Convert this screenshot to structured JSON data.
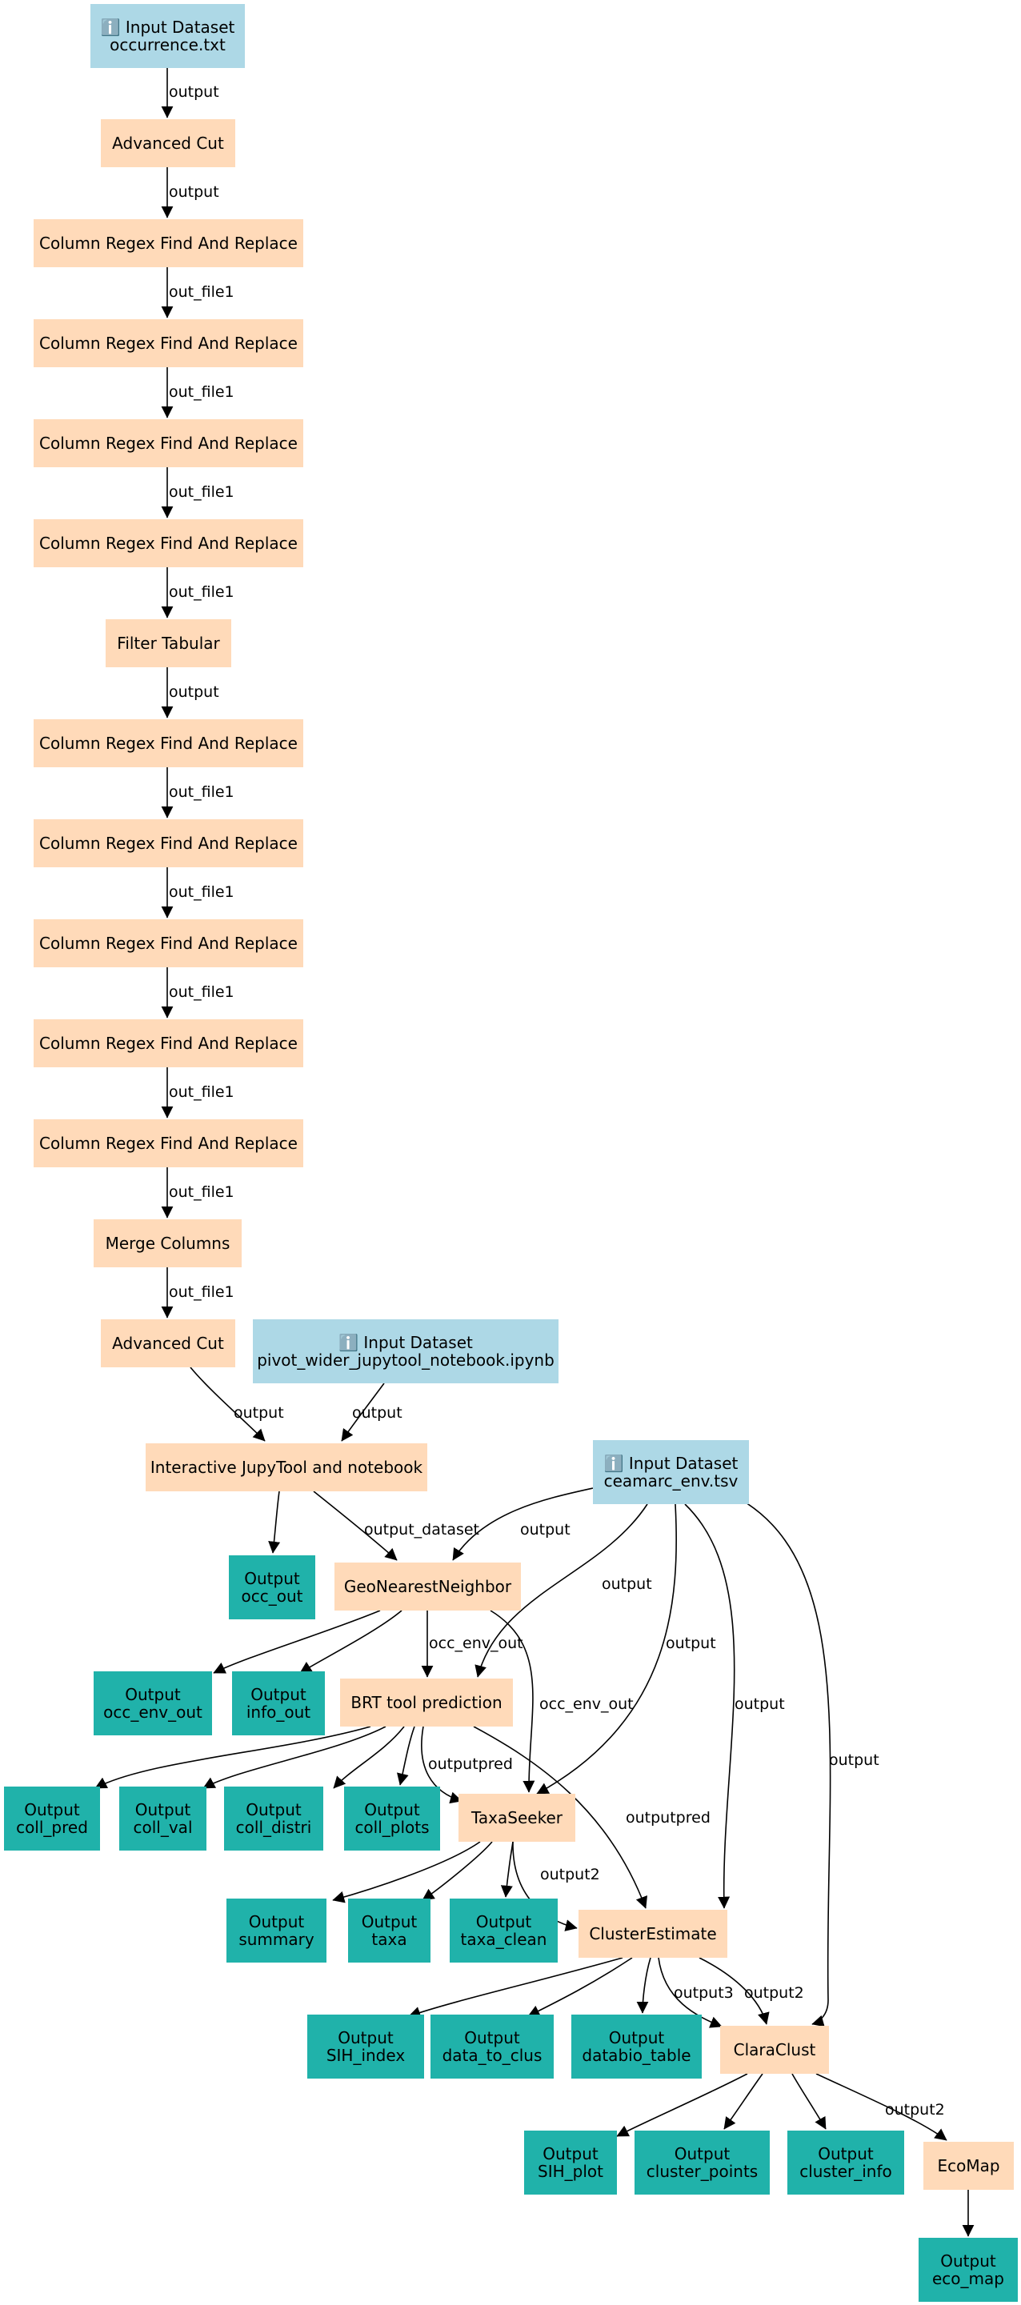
{
  "colors": {
    "input": "#add8e6",
    "tool": "#ffdab9",
    "output": "#20b2aa",
    "edge": "#000000"
  },
  "nodes": [
    {
      "id": "in1",
      "kind": "input",
      "icon": "info-icon",
      "glyph": "ℹ️",
      "lines": [
        "Input Dataset",
        "occurrence.txt"
      ]
    },
    {
      "id": "cut1",
      "kind": "tool",
      "lines": [
        "Advanced Cut"
      ]
    },
    {
      "id": "re1",
      "kind": "tool",
      "lines": [
        "Column Regex Find And Replace"
      ]
    },
    {
      "id": "re2",
      "kind": "tool",
      "lines": [
        "Column Regex Find And Replace"
      ]
    },
    {
      "id": "re3",
      "kind": "tool",
      "lines": [
        "Column Regex Find And Replace"
      ]
    },
    {
      "id": "re4",
      "kind": "tool",
      "lines": [
        "Column Regex Find And Replace"
      ]
    },
    {
      "id": "filt",
      "kind": "tool",
      "lines": [
        "Filter Tabular"
      ]
    },
    {
      "id": "re5",
      "kind": "tool",
      "lines": [
        "Column Regex Find And Replace"
      ]
    },
    {
      "id": "re6",
      "kind": "tool",
      "lines": [
        "Column Regex Find And Replace"
      ]
    },
    {
      "id": "re7",
      "kind": "tool",
      "lines": [
        "Column Regex Find And Replace"
      ]
    },
    {
      "id": "re8",
      "kind": "tool",
      "lines": [
        "Column Regex Find And Replace"
      ]
    },
    {
      "id": "re9",
      "kind": "tool",
      "lines": [
        "Column Regex Find And Replace"
      ]
    },
    {
      "id": "merge",
      "kind": "tool",
      "lines": [
        "Merge Columns"
      ]
    },
    {
      "id": "cut2",
      "kind": "tool",
      "lines": [
        "Advanced Cut"
      ]
    },
    {
      "id": "in2",
      "kind": "input",
      "icon": "info-icon",
      "glyph": "ℹ️",
      "lines": [
        "Input Dataset",
        "pivot_wider_jupytool_notebook.ipynb"
      ]
    },
    {
      "id": "jup",
      "kind": "tool",
      "lines": [
        "Interactive JupyTool and notebook"
      ]
    },
    {
      "id": "in3",
      "kind": "input",
      "icon": "info-icon",
      "glyph": "ℹ️",
      "lines": [
        "Input Dataset",
        "ceamarc_env.tsv"
      ]
    },
    {
      "id": "o_occ",
      "kind": "output",
      "lines": [
        "Output",
        "occ_out"
      ]
    },
    {
      "id": "geo",
      "kind": "tool",
      "lines": [
        "GeoNearestNeighbor"
      ]
    },
    {
      "id": "o_env",
      "kind": "output",
      "lines": [
        "Output",
        "occ_env_out"
      ]
    },
    {
      "id": "o_info",
      "kind": "output",
      "lines": [
        "Output",
        "info_out"
      ]
    },
    {
      "id": "brt",
      "kind": "tool",
      "lines": [
        "BRT tool prediction"
      ]
    },
    {
      "id": "o_pred",
      "kind": "output",
      "lines": [
        "Output",
        "coll_pred"
      ]
    },
    {
      "id": "o_val",
      "kind": "output",
      "lines": [
        "Output",
        "coll_val"
      ]
    },
    {
      "id": "o_distri",
      "kind": "output",
      "lines": [
        "Output",
        "coll_distri"
      ]
    },
    {
      "id": "o_plots",
      "kind": "output",
      "lines": [
        "Output",
        "coll_plots"
      ]
    },
    {
      "id": "taxa",
      "kind": "tool",
      "lines": [
        "TaxaSeeker"
      ]
    },
    {
      "id": "o_sum",
      "kind": "output",
      "lines": [
        "Output",
        "summary"
      ]
    },
    {
      "id": "o_taxa",
      "kind": "output",
      "lines": [
        "Output",
        "taxa"
      ]
    },
    {
      "id": "o_tclean",
      "kind": "output",
      "lines": [
        "Output",
        "taxa_clean"
      ]
    },
    {
      "id": "clus",
      "kind": "tool",
      "lines": [
        "ClusterEstimate"
      ]
    },
    {
      "id": "o_sih",
      "kind": "output",
      "lines": [
        "Output",
        "SIH_index"
      ]
    },
    {
      "id": "o_dtc",
      "kind": "output",
      "lines": [
        "Output",
        "data_to_clus"
      ]
    },
    {
      "id": "o_dbt",
      "kind": "output",
      "lines": [
        "Output",
        "databio_table"
      ]
    },
    {
      "id": "clara",
      "kind": "tool",
      "lines": [
        "ClaraClust"
      ]
    },
    {
      "id": "o_sihp",
      "kind": "output",
      "lines": [
        "Output",
        "SIH_plot"
      ]
    },
    {
      "id": "o_cpts",
      "kind": "output",
      "lines": [
        "Output",
        "cluster_points"
      ]
    },
    {
      "id": "o_cinfo",
      "kind": "output",
      "lines": [
        "Output",
        "cluster_info"
      ]
    },
    {
      "id": "eco",
      "kind": "tool",
      "lines": [
        "EcoMap"
      ]
    },
    {
      "id": "o_eco",
      "kind": "output",
      "lines": [
        "Output",
        "eco_map"
      ]
    }
  ],
  "edges": [
    {
      "from": "in1",
      "to": "cut1",
      "label": "output"
    },
    {
      "from": "cut1",
      "to": "re1",
      "label": "output"
    },
    {
      "from": "re1",
      "to": "re2",
      "label": "out_file1"
    },
    {
      "from": "re2",
      "to": "re3",
      "label": "out_file1"
    },
    {
      "from": "re3",
      "to": "re4",
      "label": "out_file1"
    },
    {
      "from": "re4",
      "to": "filt",
      "label": "out_file1"
    },
    {
      "from": "filt",
      "to": "re5",
      "label": "output"
    },
    {
      "from": "re5",
      "to": "re6",
      "label": "out_file1"
    },
    {
      "from": "re6",
      "to": "re7",
      "label": "out_file1"
    },
    {
      "from": "re7",
      "to": "re8",
      "label": "out_file1"
    },
    {
      "from": "re8",
      "to": "re9",
      "label": "out_file1"
    },
    {
      "from": "re9",
      "to": "merge",
      "label": "out_file1"
    },
    {
      "from": "merge",
      "to": "cut2",
      "label": "out_file1"
    },
    {
      "from": "cut2",
      "to": "jup",
      "label": "output"
    },
    {
      "from": "in2",
      "to": "jup",
      "label": "output"
    },
    {
      "from": "jup",
      "to": "o_occ",
      "label": ""
    },
    {
      "from": "jup",
      "to": "geo",
      "label": "output_dataset"
    },
    {
      "from": "in3",
      "to": "geo",
      "label": "output"
    },
    {
      "from": "in3",
      "to": "brt",
      "label": "output"
    },
    {
      "from": "in3",
      "to": "taxa",
      "label": "output"
    },
    {
      "from": "in3",
      "to": "clus",
      "label": "output"
    },
    {
      "from": "in3",
      "to": "clara",
      "label": "output"
    },
    {
      "from": "geo",
      "to": "o_env",
      "label": ""
    },
    {
      "from": "geo",
      "to": "o_info",
      "label": ""
    },
    {
      "from": "geo",
      "to": "brt",
      "label": "occ_env_out"
    },
    {
      "from": "geo",
      "to": "taxa",
      "label": "occ_env_out"
    },
    {
      "from": "brt",
      "to": "o_pred",
      "label": ""
    },
    {
      "from": "brt",
      "to": "o_val",
      "label": ""
    },
    {
      "from": "brt",
      "to": "o_distri",
      "label": ""
    },
    {
      "from": "brt",
      "to": "o_plots",
      "label": ""
    },
    {
      "from": "brt",
      "to": "taxa",
      "label": "outputpred"
    },
    {
      "from": "brt",
      "to": "clus",
      "label": "outputpred"
    },
    {
      "from": "taxa",
      "to": "o_sum",
      "label": ""
    },
    {
      "from": "taxa",
      "to": "o_taxa",
      "label": ""
    },
    {
      "from": "taxa",
      "to": "o_tclean",
      "label": ""
    },
    {
      "from": "taxa",
      "to": "clus",
      "label": "output2"
    },
    {
      "from": "clus",
      "to": "o_sih",
      "label": ""
    },
    {
      "from": "clus",
      "to": "o_dtc",
      "label": ""
    },
    {
      "from": "clus",
      "to": "o_dbt",
      "label": ""
    },
    {
      "from": "clus",
      "to": "clara",
      "label": "output3"
    },
    {
      "from": "clus",
      "to": "clara",
      "label": "output2"
    },
    {
      "from": "clara",
      "to": "o_sihp",
      "label": ""
    },
    {
      "from": "clara",
      "to": "o_cpts",
      "label": ""
    },
    {
      "from": "clara",
      "to": "o_cinfo",
      "label": ""
    },
    {
      "from": "clara",
      "to": "eco",
      "label": "output2"
    },
    {
      "from": "eco",
      "to": "o_eco",
      "label": ""
    }
  ]
}
